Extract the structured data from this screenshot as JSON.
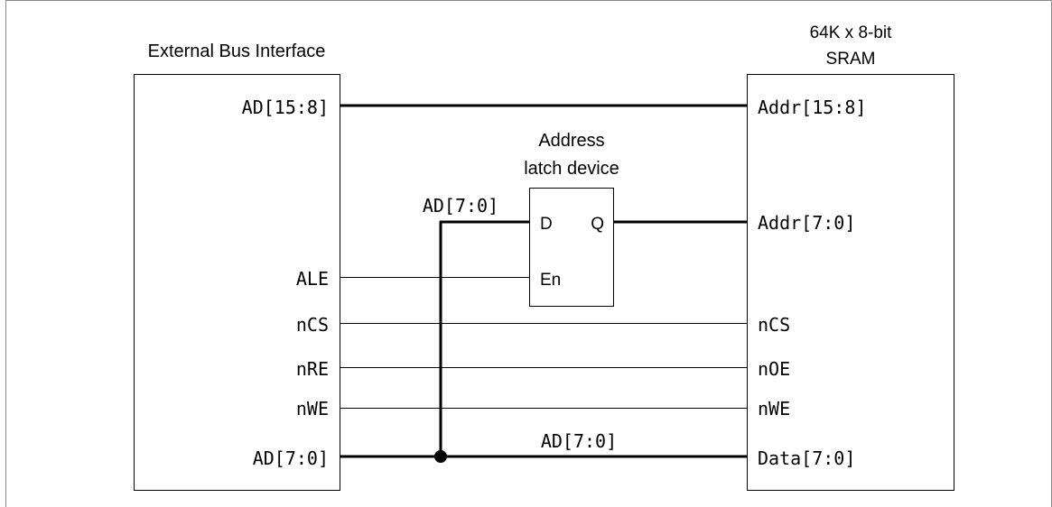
{
  "diagram": {
    "left_block": {
      "title": "External Bus Interface",
      "pins": {
        "ad_high": "AD[15:8]",
        "ale": "ALE",
        "ncs": "nCS",
        "nre": "nRE",
        "nwe": "nWE",
        "ad_low": "AD[7:0]"
      }
    },
    "right_block": {
      "title_line1": "64K x 8-bit",
      "title_line2": "SRAM",
      "pins": {
        "addr_high": "Addr[15:8]",
        "addr_low": "Addr[7:0]",
        "ncs": "nCS",
        "noe": "nOE",
        "nwe": "nWE",
        "data": "Data[7:0]"
      }
    },
    "latch": {
      "title_line1": "Address",
      "title_line2": "latch device",
      "pin_d": "D",
      "pin_q": "Q",
      "pin_en": "En"
    },
    "net_labels": {
      "latch_input": "AD[7:0]",
      "data_bus": "AD[7:0]"
    }
  }
}
